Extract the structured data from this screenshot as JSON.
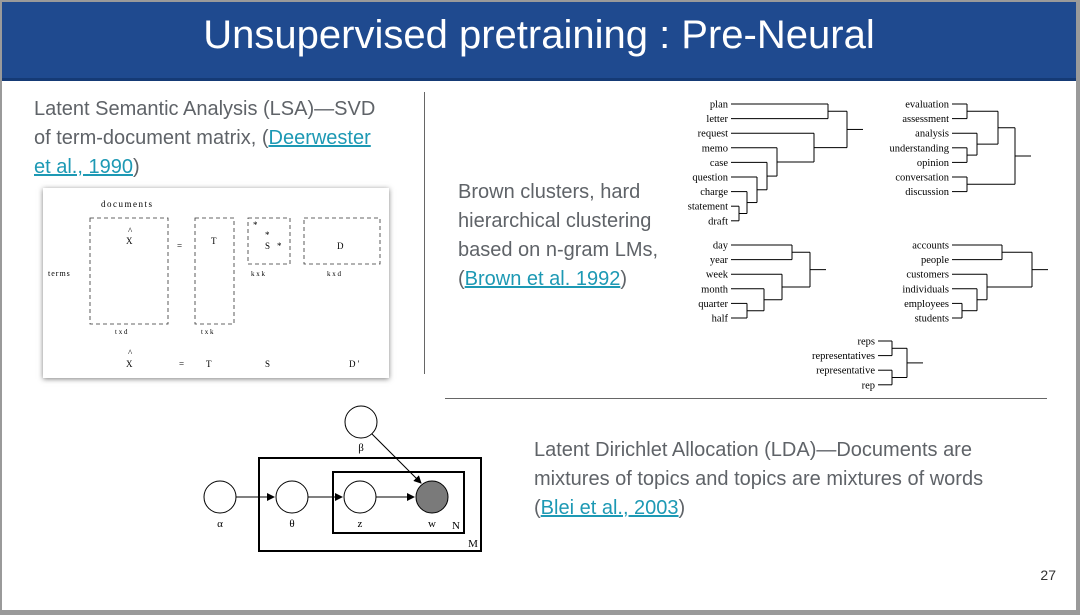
{
  "title": "Unsupervised pretraining : Pre-Neural",
  "lsa": {
    "text_line1": "Latent Semantic Analysis (LSA)—SVD",
    "text_line2_prefix": "of term-document matrix, (",
    "link_part1": "Deerwester",
    "link_part2": "et al., 1990",
    "text_suffix": ")",
    "figure": {
      "documents": "documents",
      "terms": "terms",
      "xhat": "X",
      "hat": "^",
      "eq": "=",
      "T": "T",
      "S": "S",
      "D": "D",
      "dprime": "D '",
      "txd": "t x d",
      "txk": "t x k",
      "kxk": "k x k",
      "kxd": "k x d",
      "star": "*"
    }
  },
  "brown": {
    "line1": "Brown clusters, hard",
    "line2": "hierarchical clustering",
    "line3": "based on n-gram LMs,",
    "prefix": "(",
    "link": "Brown et al. 1992",
    "suffix": ")",
    "cluster1": [
      "plan",
      "letter",
      "request",
      "memo",
      "case",
      "question",
      "charge",
      "statement",
      "draft"
    ],
    "cluster2": [
      "evaluation",
      "assessment",
      "analysis",
      "understanding",
      "opinion",
      "conversation",
      "discussion"
    ],
    "cluster3": [
      "day",
      "year",
      "week",
      "month",
      "quarter",
      "half"
    ],
    "cluster4": [
      "accounts",
      "people",
      "customers",
      "individuals",
      "employees",
      "students"
    ],
    "cluster5": [
      "reps",
      "representatives",
      "representative",
      "rep"
    ]
  },
  "lda": {
    "line1": "Latent Dirichlet Allocation (LDA)—Documents are",
    "line2": "mixtures of topics and topics are mixtures of words",
    "prefix": "(",
    "link": "Blei et al., 2003",
    "suffix": ")",
    "diagram": {
      "alpha": "α",
      "theta": "θ",
      "beta": "β",
      "z": "z",
      "w": "w",
      "N": "N",
      "M": "M"
    }
  },
  "page_number": "27"
}
